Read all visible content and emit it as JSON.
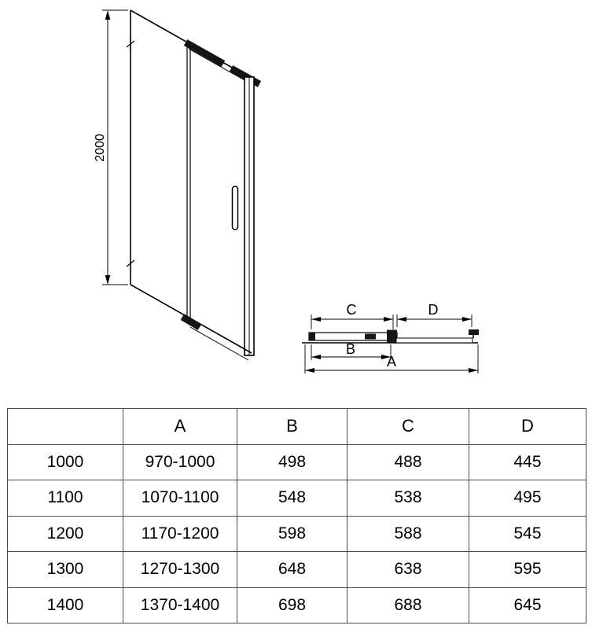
{
  "diagram": {
    "front_view": {
      "height_dimension": "2000"
    },
    "plan_view": {
      "dim_c_label": "C",
      "dim_d_label": "D",
      "dim_b_label": "B",
      "dim_a_label": "A"
    }
  },
  "table": {
    "headers": [
      "",
      "A",
      "B",
      "C",
      "D"
    ],
    "rows": [
      [
        "1000",
        "970-1000",
        "498",
        "488",
        "445"
      ],
      [
        "1100",
        "1070-1100",
        "548",
        "538",
        "495"
      ],
      [
        "1200",
        "1170-1200",
        "598",
        "588",
        "545"
      ],
      [
        "1300",
        "1270-1300",
        "648",
        "638",
        "595"
      ],
      [
        "1400",
        "1370-1400",
        "698",
        "688",
        "645"
      ]
    ]
  }
}
